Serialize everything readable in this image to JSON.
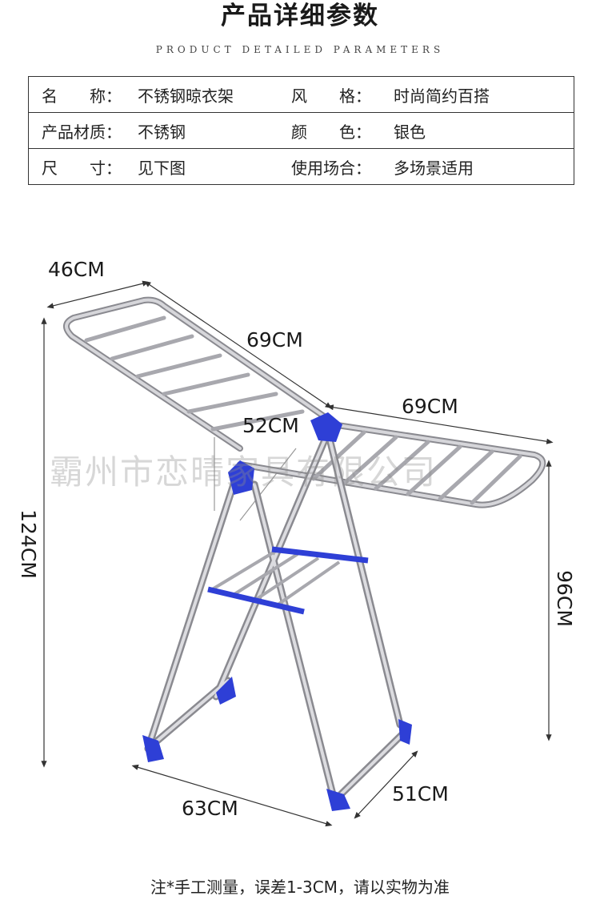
{
  "header": {
    "title": "产品详细参数",
    "subtitle": "PRODUCT DETAILED PARAMETERS"
  },
  "params": [
    [
      {
        "label": "名　　称：",
        "value": "不锈钢晾衣架"
      },
      {
        "label": "风　　格：",
        "value": "时尚简约百搭"
      }
    ],
    [
      {
        "label": "产品材质：",
        "value": "不锈钢"
      },
      {
        "label": "颜　　色：",
        "value": "银色"
      }
    ],
    [
      {
        "label": "尺　　寸：",
        "value": "见下图"
      },
      {
        "label": "使用场合：",
        "value": "多场景适用"
      }
    ]
  ],
  "watermark": "霸州市恋晴家具有限公司",
  "dimensions": {
    "wing_width": "46CM",
    "left_wing_length": "69CM",
    "right_wing_length": "69CM",
    "inner_width": "52CM",
    "total_height": "124CM",
    "wing_height": "96CM",
    "base_front": "63CM",
    "base_side": "51CM"
  },
  "colors": {
    "steel": "#b9b9bd",
    "steel_dark": "#7c7c82",
    "joint_blue": "#2e3fd6",
    "text": "#1a1a1a"
  },
  "note": "注*手工测量，误差1-3CM，请以实物为准"
}
